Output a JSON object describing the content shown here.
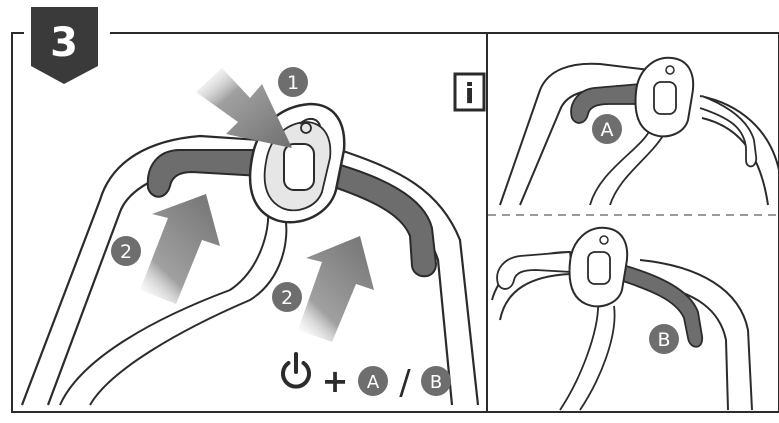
{
  "step": {
    "number": "3"
  },
  "info": {
    "glyph": "i"
  },
  "callouts": {
    "press_button": "1",
    "squeeze_left": "2",
    "squeeze_right": "2",
    "variant_a": "A",
    "variant_b": "B"
  },
  "formula": {
    "plus": "+",
    "option_a": "A",
    "separator": "/",
    "option_b": "B"
  },
  "icons": [
    "power-icon",
    "arrow-icon",
    "info-icon"
  ],
  "colors": {
    "frame": "#2b2b2b",
    "badge_fill": "#3a3a3a",
    "badge_text": "#ffffff",
    "callout_fill": "#6e6e6e",
    "grip_fill": "#6d6d6d",
    "arrow_fill": "#8a8a8a",
    "divider_dash": "#9a9a9a"
  }
}
